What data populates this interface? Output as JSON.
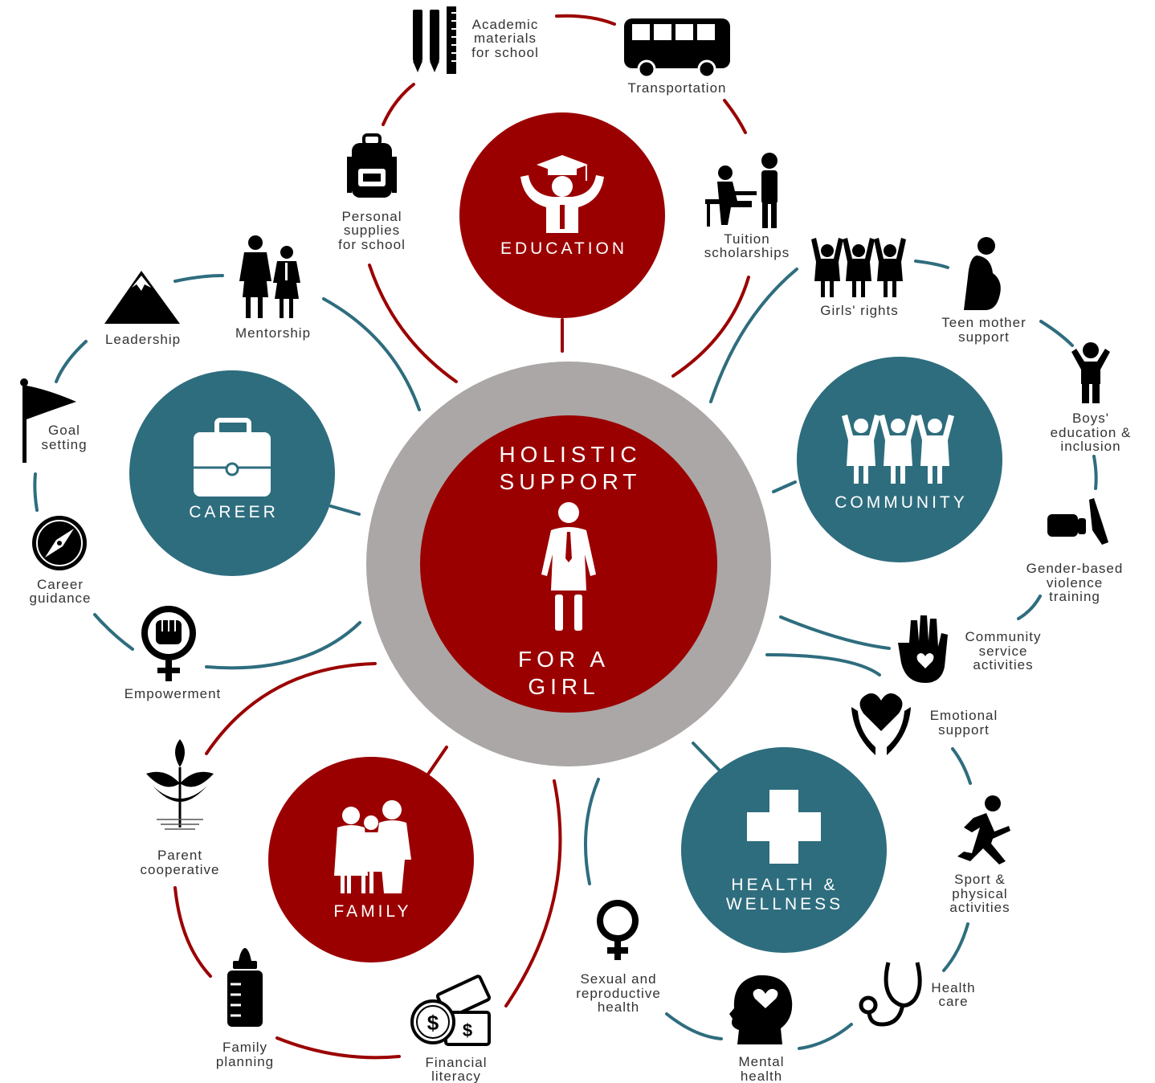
{
  "colors": {
    "red": "#9b0000",
    "teal": "#2e6d7e",
    "gray": "#aba7a6",
    "icon": "#000000",
    "label": "#333333"
  },
  "center": {
    "line1": "HOLISTIC",
    "line2": "SUPPORT",
    "line3": "FOR A",
    "line4": "GIRL",
    "icon": "girl-icon"
  },
  "hubs": {
    "education": {
      "title": "EDUCATION",
      "icon": "graduate-icon"
    },
    "community": {
      "title": "COMMUNITY",
      "icon": "girls-group-icon"
    },
    "health": {
      "line1": "HEALTH &",
      "line2": "WELLNESS",
      "icon": "medical-cross-icon"
    },
    "family": {
      "title": "FAMILY",
      "icon": "family-icon"
    },
    "career": {
      "title": "CAREER",
      "icon": "briefcase-icon"
    }
  },
  "items": {
    "academic": {
      "l1": "Academic",
      "l2": "materials",
      "l3": "for school",
      "icon": "pens-ruler-icon"
    },
    "transportation": {
      "l1": "Transportation",
      "icon": "bus-icon"
    },
    "tuition": {
      "l1": "Tuition",
      "l2": "scholarships",
      "icon": "tutor-icon"
    },
    "personal": {
      "l1": "Personal",
      "l2": "supplies",
      "l3": "for school",
      "icon": "backpack-icon"
    },
    "girls_rights": {
      "l1": "Girls' rights",
      "icon": "girls-raising-hands-icon"
    },
    "teen_mother": {
      "l1": "Teen mother",
      "l2": "support",
      "icon": "pregnant-woman-icon"
    },
    "boys": {
      "l1": "Boys'",
      "l2": "education &",
      "l3": "inclusion",
      "icon": "boy-icon"
    },
    "gbv": {
      "l1": "Gender-based",
      "l2": "violence",
      "l3": "training",
      "icon": "stop-violence-hand-icon"
    },
    "community_service": {
      "l1": "Community",
      "l2": "service",
      "l3": "activities",
      "icon": "hand-heart-icon"
    },
    "emotional": {
      "l1": "Emotional",
      "l2": "support",
      "icon": "hands-heart-icon"
    },
    "sport": {
      "l1": "Sport &",
      "l2": "physical",
      "l3": "activities",
      "icon": "runner-icon"
    },
    "health_care": {
      "l1": "Health",
      "l2": "care",
      "icon": "stethoscope-icon"
    },
    "mental": {
      "l1": "Mental",
      "l2": "health",
      "icon": "head-heart-icon"
    },
    "sexual": {
      "l1": "Sexual and",
      "l2": "reproductive",
      "l3": "health",
      "icon": "female-symbol-icon"
    },
    "financial": {
      "l1": "Financial",
      "l2": "literacy",
      "icon": "money-icon"
    },
    "family_planning": {
      "l1": "Family",
      "l2": "planning",
      "icon": "baby-bottle-icon"
    },
    "parent_coop": {
      "l1": "Parent",
      "l2": "cooperative",
      "icon": "sprout-icon"
    },
    "empowerment": {
      "l1": "Empowerment",
      "icon": "fist-female-symbol-icon"
    },
    "career_guidance": {
      "l1": "Career",
      "l2": "guidance",
      "icon": "compass-icon"
    },
    "goal": {
      "l1": "Goal",
      "l2": "setting",
      "icon": "flag-icon"
    },
    "leadership": {
      "l1": "Leadership",
      "icon": "mountain-icon"
    },
    "mentorship": {
      "l1": "Mentorship",
      "icon": "mentor-pair-icon"
    }
  }
}
